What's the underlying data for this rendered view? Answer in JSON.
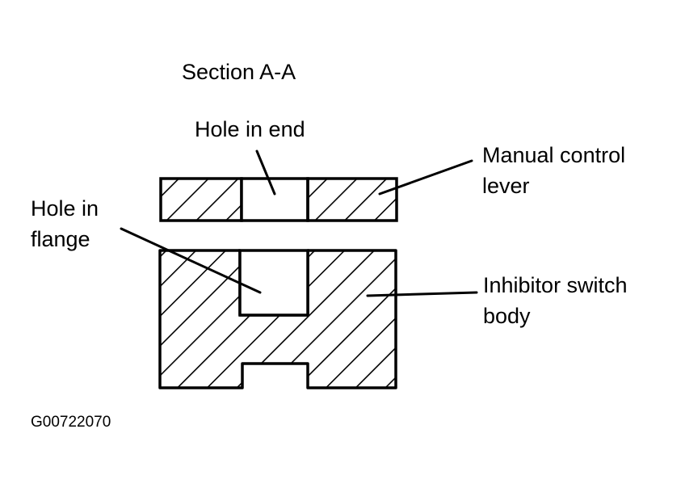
{
  "diagram": {
    "title": "Section A-A",
    "labels": {
      "hole_in_end": "Hole in end",
      "manual_control_lever_line1": "Manual control",
      "manual_control_lever_line2": "lever",
      "hole_in_flange_line1": "Hole in",
      "hole_in_flange_line2": "flange",
      "inhibitor_switch_body_line1": "Inhibitor switch",
      "inhibitor_switch_body_line2": "body"
    },
    "figure_id": "G00722070"
  },
  "colors": {
    "line": "#000000",
    "background": "#ffffff"
  }
}
